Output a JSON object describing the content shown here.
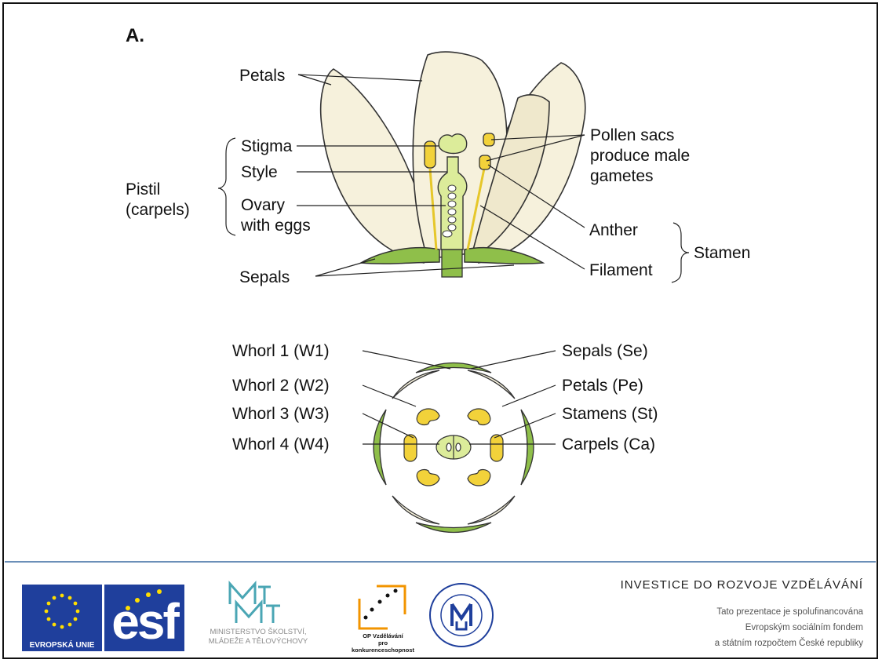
{
  "panel_letter": "A.",
  "flower_labels": {
    "petals": "Petals",
    "stigma": "Stigma",
    "style": "Style",
    "ovary_line1": "Ovary",
    "ovary_line2": "with eggs",
    "pistil_line1": "Pistil",
    "pistil_line2": "(carpels)",
    "pollen_line1": "Pollen sacs",
    "pollen_line2": "produce male",
    "pollen_line3": "gametes",
    "anther": "Anther",
    "filament": "Filament",
    "stamen": "Stamen",
    "sepals": "Sepals"
  },
  "whorl_labels_left": [
    "Whorl 1 (W1)",
    "Whorl 2 (W2)",
    "Whorl 3 (W3)",
    "Whorl 4 (W4)"
  ],
  "whorl_labels_right": [
    "Sepals (Se)",
    "Petals (Pe)",
    "Stamens (St)",
    "Carpels (Ca)"
  ],
  "footer": {
    "eu_label": "EVROPSKÁ UNIE",
    "esf_label": "esf",
    "msmt_line1": "MINISTERSTVO ŠKOLSTVÍ,",
    "msmt_line2": "MLÁDEŽE A TĚLOVÝCHOVY",
    "op_line1": "OP Vzdělávání",
    "op_line2": "pro konkurenceschopnost",
    "invest_title": "INVESTICE DO ROZVOJE VZDĚLÁVÁNÍ",
    "invest_line1": "Tato prezentace je spolufinancována",
    "invest_line2": "Evropským sociálním fondem",
    "invest_line3": "a státním rozpočtem České republiky"
  },
  "colors": {
    "petal_fill": "#f6f1dc",
    "sepal_green": "#8fbf4a",
    "pistil_green": "#dcec9a",
    "anther_yellow": "#f2d23a",
    "footer_rule": "#6b8fb8",
    "eu_blue": "#1f3f9c"
  }
}
